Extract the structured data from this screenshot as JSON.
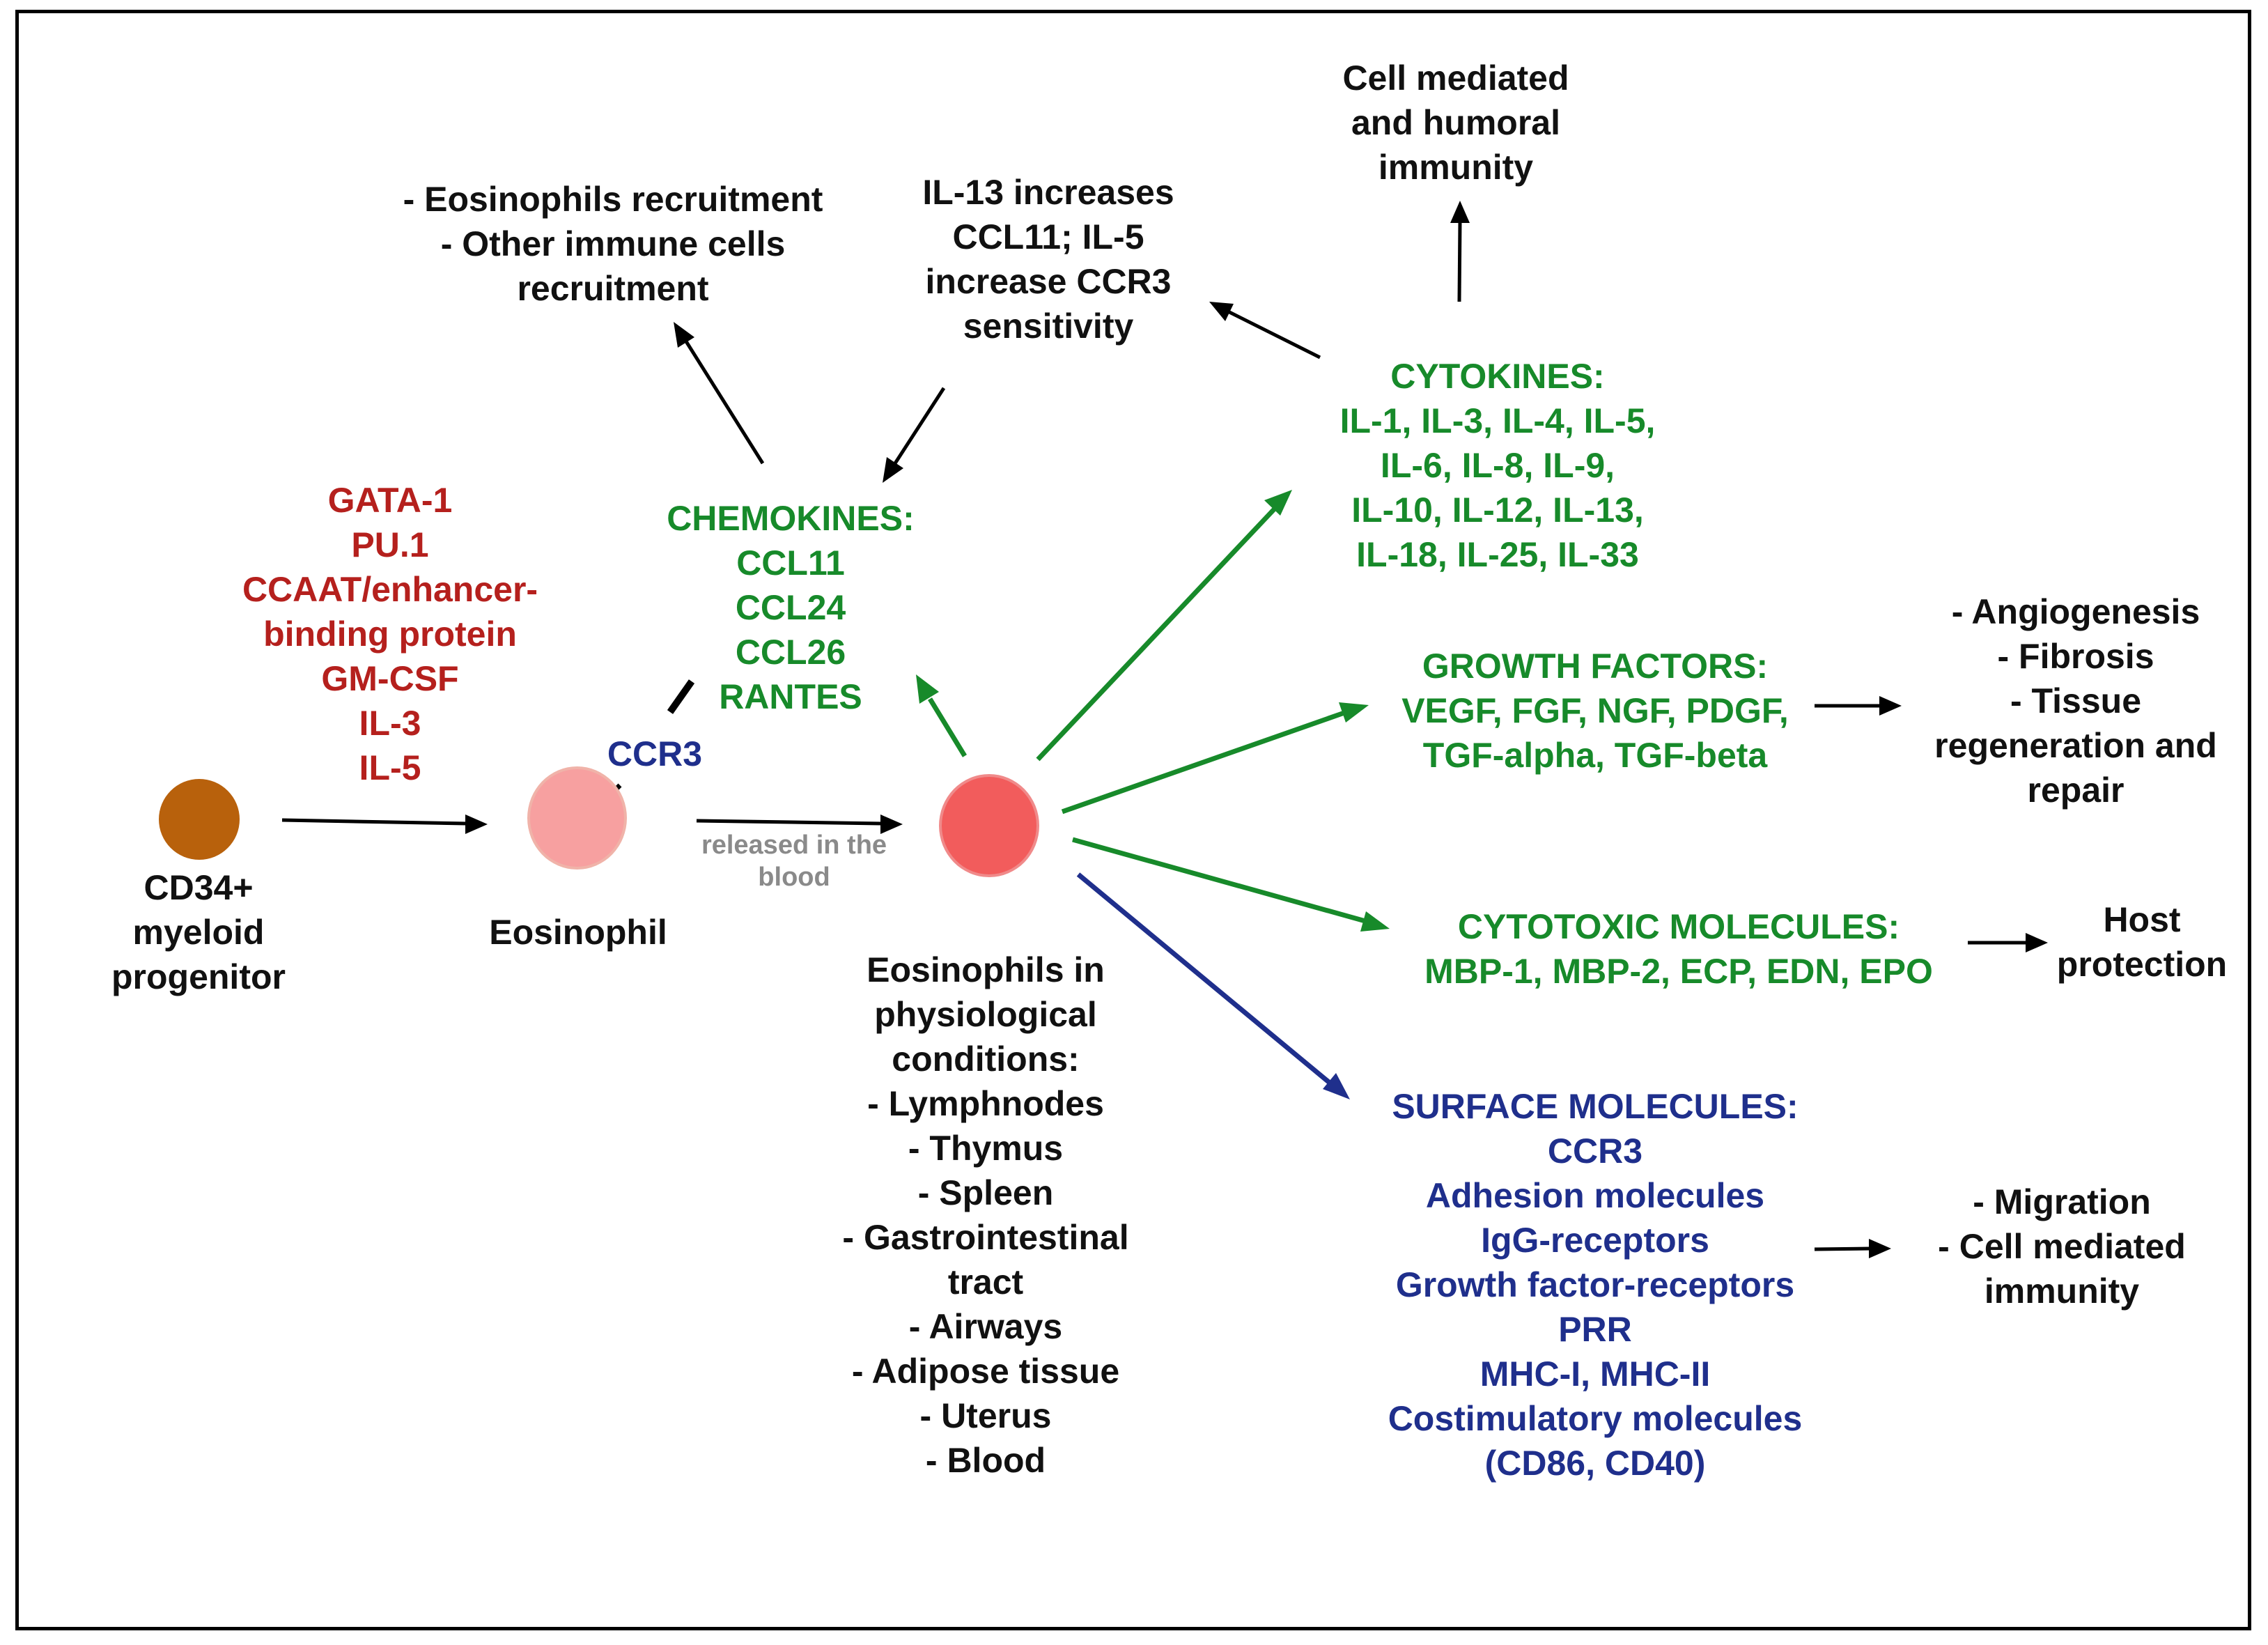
{
  "colors": {
    "red_text": "#b5201d",
    "green": "#178a2a",
    "blue": "#1f2f8c",
    "progenitor_cell": "#b8610c",
    "eosinophil_cell": "#f7a0a0",
    "activated_cell": "#f25c5c"
  },
  "progenitor": {
    "label": [
      "CD34+",
      "myeloid",
      "progenitor"
    ]
  },
  "transcription_factors": [
    "GATA-1",
    "PU.1",
    "CCAAT/enhancer-",
    "binding protein",
    "GM-CSF",
    "IL-3",
    "IL-5"
  ],
  "eosinophil": {
    "label": "Eosinophil",
    "receptor": "CCR3"
  },
  "release_label": [
    "released in the",
    "blood"
  ],
  "chemokines": {
    "title": "CHEMOKINES:",
    "items": [
      "CCL11",
      "CCL24",
      "CCL26",
      "RANTES"
    ]
  },
  "recruitment": [
    "- Eosinophils recruitment",
    "- Other immune cells",
    "recruitment"
  ],
  "il13_note": [
    "IL-13 increases",
    "CCL11; IL-5",
    "increase CCR3",
    "sensitivity"
  ],
  "immunity": [
    "Cell mediated",
    "and humoral",
    "immunity"
  ],
  "cytokines": {
    "title": "CYTOKINES:",
    "items": [
      "IL-1, IL-3, IL-4, IL-5,",
      "IL-6, IL-8, IL-9,",
      "IL-10, IL-12, IL-13,",
      "IL-18, IL-25, IL-33"
    ]
  },
  "growth_factors": {
    "title": "GROWTH FACTORS:",
    "items": [
      "VEGF, FGF, NGF, PDGF,",
      "TGF-alpha, TGF-beta"
    ]
  },
  "growth_outcome": [
    "- Angiogenesis",
    "- Fibrosis",
    "- Tissue",
    "regeneration and",
    "repair"
  ],
  "cytotoxic": {
    "title": "CYTOTOXIC MOLECULES:",
    "items": [
      "MBP-1, MBP-2, ECP, EDN, EPO"
    ]
  },
  "cytotoxic_outcome": [
    "Host",
    "protection"
  ],
  "surface": {
    "title": "SURFACE MOLECULES:",
    "items": [
      "CCR3",
      "Adhesion molecules",
      "IgG-receptors",
      "Growth factor-receptors",
      "PRR",
      "MHC-I, MHC-II",
      "Costimulatory molecules",
      "(CD86, CD40)"
    ]
  },
  "surface_outcome": [
    "- Migration",
    "- Cell mediated",
    "immunity"
  ],
  "physiological": [
    "Eosinophils in",
    "physiological",
    "conditions:",
    "- Lymphnodes",
    "- Thymus",
    "- Spleen",
    "- Gastrointestinal",
    "tract",
    "- Airways",
    "- Adipose tissue",
    "- Uterus",
    "- Blood"
  ]
}
